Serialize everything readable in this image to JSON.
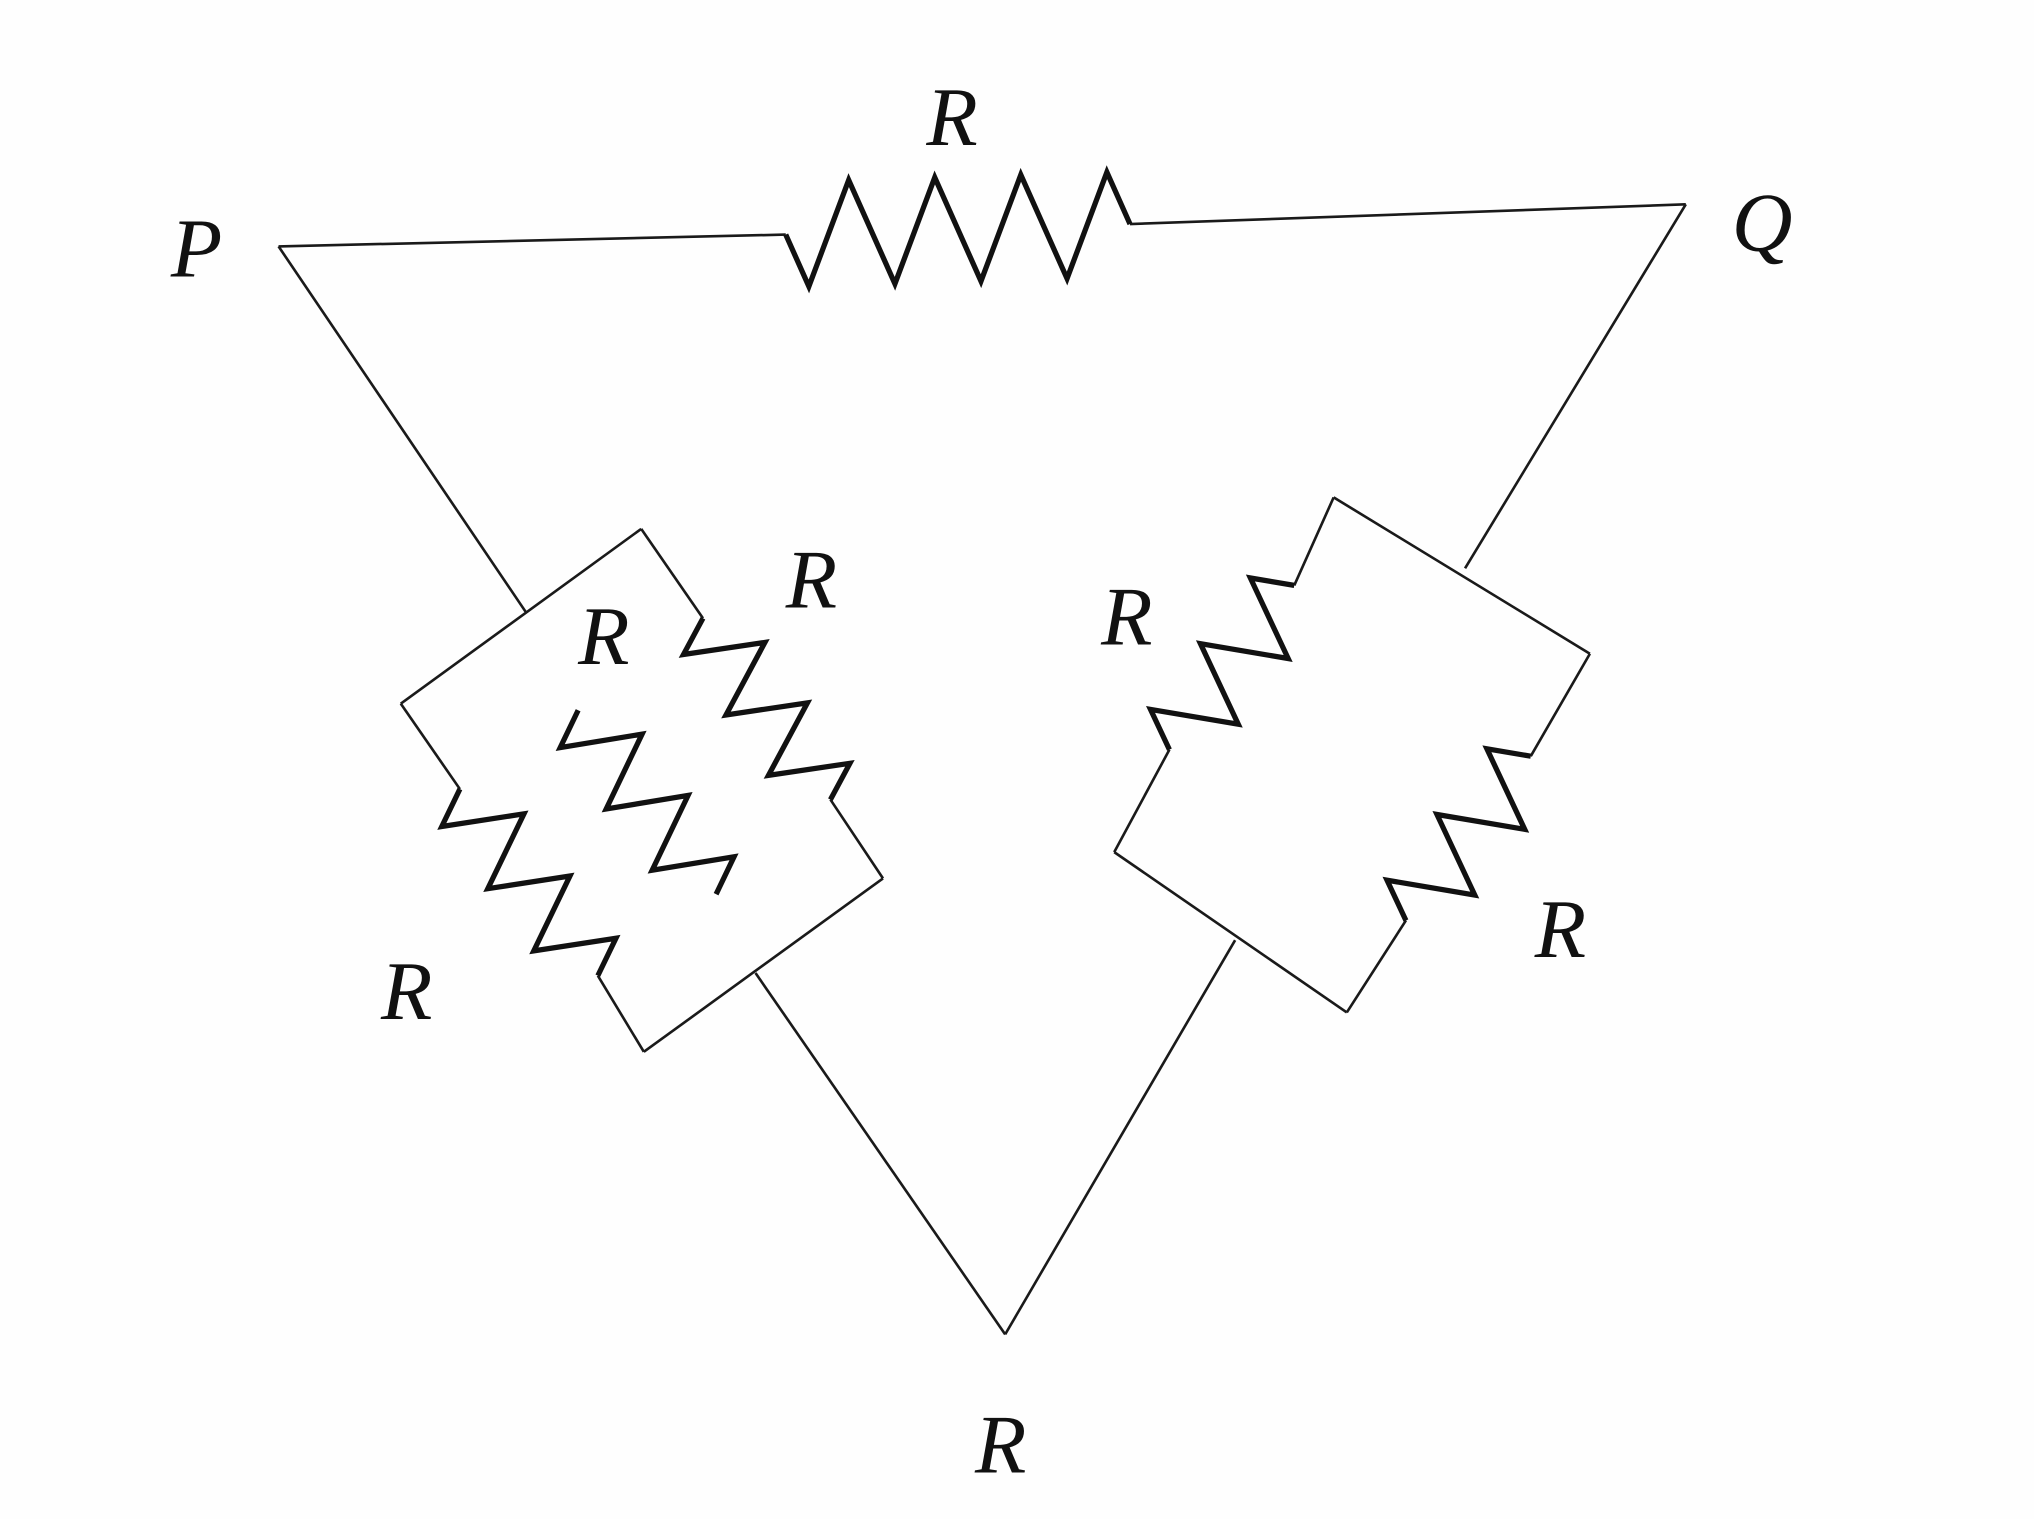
{
  "diagram": {
    "nodes": {
      "p": "P",
      "q": "Q",
      "r": "R"
    },
    "resistor_labels": {
      "top": "R",
      "left_upper_inner": "R",
      "left_upper_outer": "R",
      "left_lower": "R",
      "right_upper": "R",
      "right_lower": "R"
    },
    "colors": {
      "ink": "#111111",
      "background": "#fefefe"
    }
  }
}
